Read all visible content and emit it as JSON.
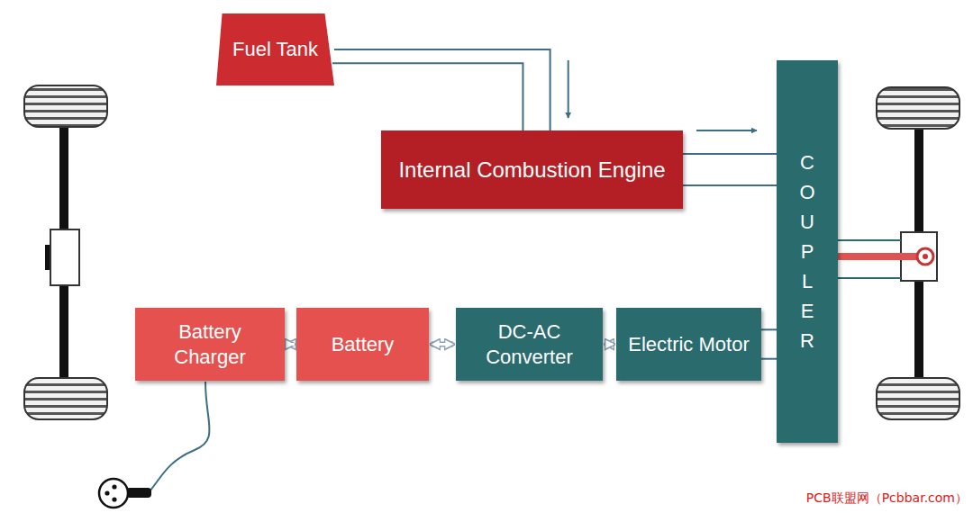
{
  "diagram": {
    "nodes": [
      {
        "text": [
          "Fuel Tank"
        ]
      },
      {
        "text": [
          "Internal Combustion Engine"
        ]
      },
      {
        "text": [
          "COUPLER"
        ]
      },
      {
        "text": [
          "Battery Charger"
        ]
      },
      {
        "text": [
          "Battery"
        ]
      },
      {
        "text": [
          "DC-AC Converter"
        ]
      },
      {
        "text": [
          "Electric Motor"
        ]
      }
    ],
    "edges": [
      {
        "from": 0,
        "to": 1,
        "arrow": "to"
      },
      {
        "from": 1,
        "to": 2,
        "arrow": "to"
      },
      {
        "from": 3,
        "to": 4,
        "arrow": "both"
      },
      {
        "from": 4,
        "to": 5,
        "arrow": "both"
      },
      {
        "from": 5,
        "to": 6,
        "arrow": "both"
      },
      {
        "from": 6,
        "to": 2,
        "arrow": "none"
      }
    ],
    "labels": [
      "PCB联盟网（Pcbbar.com）"
    ]
  }
}
